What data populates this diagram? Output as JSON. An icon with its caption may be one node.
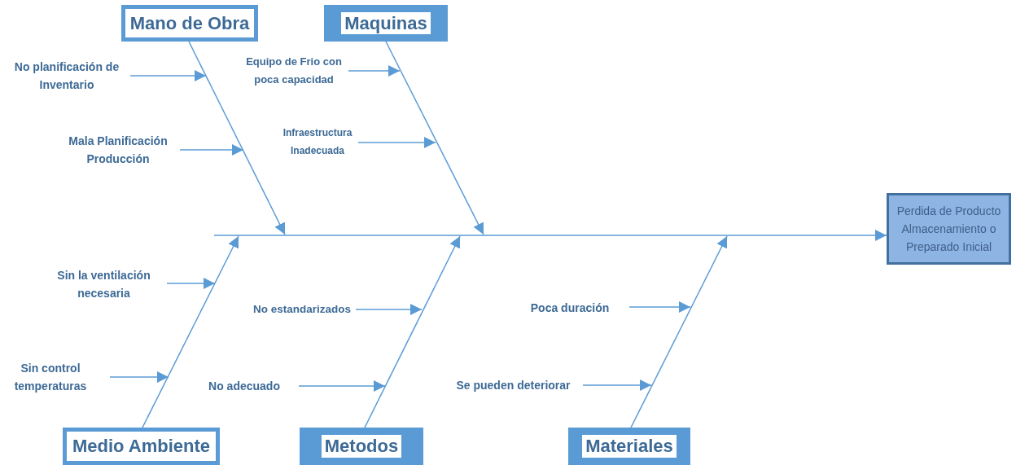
{
  "diagram": {
    "nodes": [
      {
        "text": [
          "Mano de Obra"
        ]
      },
      {
        "text": [
          "Maquinas"
        ]
      },
      {
        "text": [
          "No planificación de Inventario"
        ]
      },
      {
        "text": [
          "Equipo de Frio con poca capacidad"
        ]
      },
      {
        "text": [
          "Mala Planificación Producción"
        ]
      },
      {
        "text": [
          "Infraestructura Inadecuada"
        ]
      },
      {
        "text": [
          "Perdida de Producto Almacenamiento o Preparado Inicial"
        ]
      },
      {
        "text": [
          "Sin la ventilación necesaria"
        ]
      },
      {
        "text": [
          "No estandarizados"
        ]
      },
      {
        "text": [
          "Poca duración"
        ]
      },
      {
        "text": [
          "Sin control temperaturas"
        ]
      },
      {
        "text": [
          "No adecuado"
        ]
      },
      {
        "text": [
          "Se pueden deteriorar"
        ]
      },
      {
        "text": [
          "Medio Ambiente"
        ]
      },
      {
        "text": [
          "Metodos"
        ]
      },
      {
        "text": [
          "Materiales"
        ]
      }
    ],
    "edges": [
      {
        "from": null,
        "to": 6,
        "arrow": "to"
      },
      {
        "from": 0,
        "to": null,
        "arrow": "to"
      },
      {
        "from": 1,
        "to": null,
        "arrow": "to"
      },
      {
        "from": 13,
        "to": null,
        "arrow": "to"
      },
      {
        "from": 14,
        "to": null,
        "arrow": "to"
      },
      {
        "from": 15,
        "to": null,
        "arrow": "to"
      },
      {
        "from": 2,
        "to": null,
        "arrow": "to"
      },
      {
        "from": 3,
        "to": null,
        "arrow": "to"
      },
      {
        "from": 4,
        "to": null,
        "arrow": "to"
      },
      {
        "from": 5,
        "to": null,
        "arrow": "to"
      },
      {
        "from": 7,
        "to": null,
        "arrow": "to"
      },
      {
        "from": 8,
        "to": null,
        "arrow": "to"
      },
      {
        "from": 9,
        "to": null,
        "arrow": "to"
      },
      {
        "from": 10,
        "to": null,
        "arrow": "to"
      },
      {
        "from": 11,
        "to": null,
        "arrow": "to"
      },
      {
        "from": 12,
        "to": null,
        "arrow": "to"
      }
    ]
  }
}
